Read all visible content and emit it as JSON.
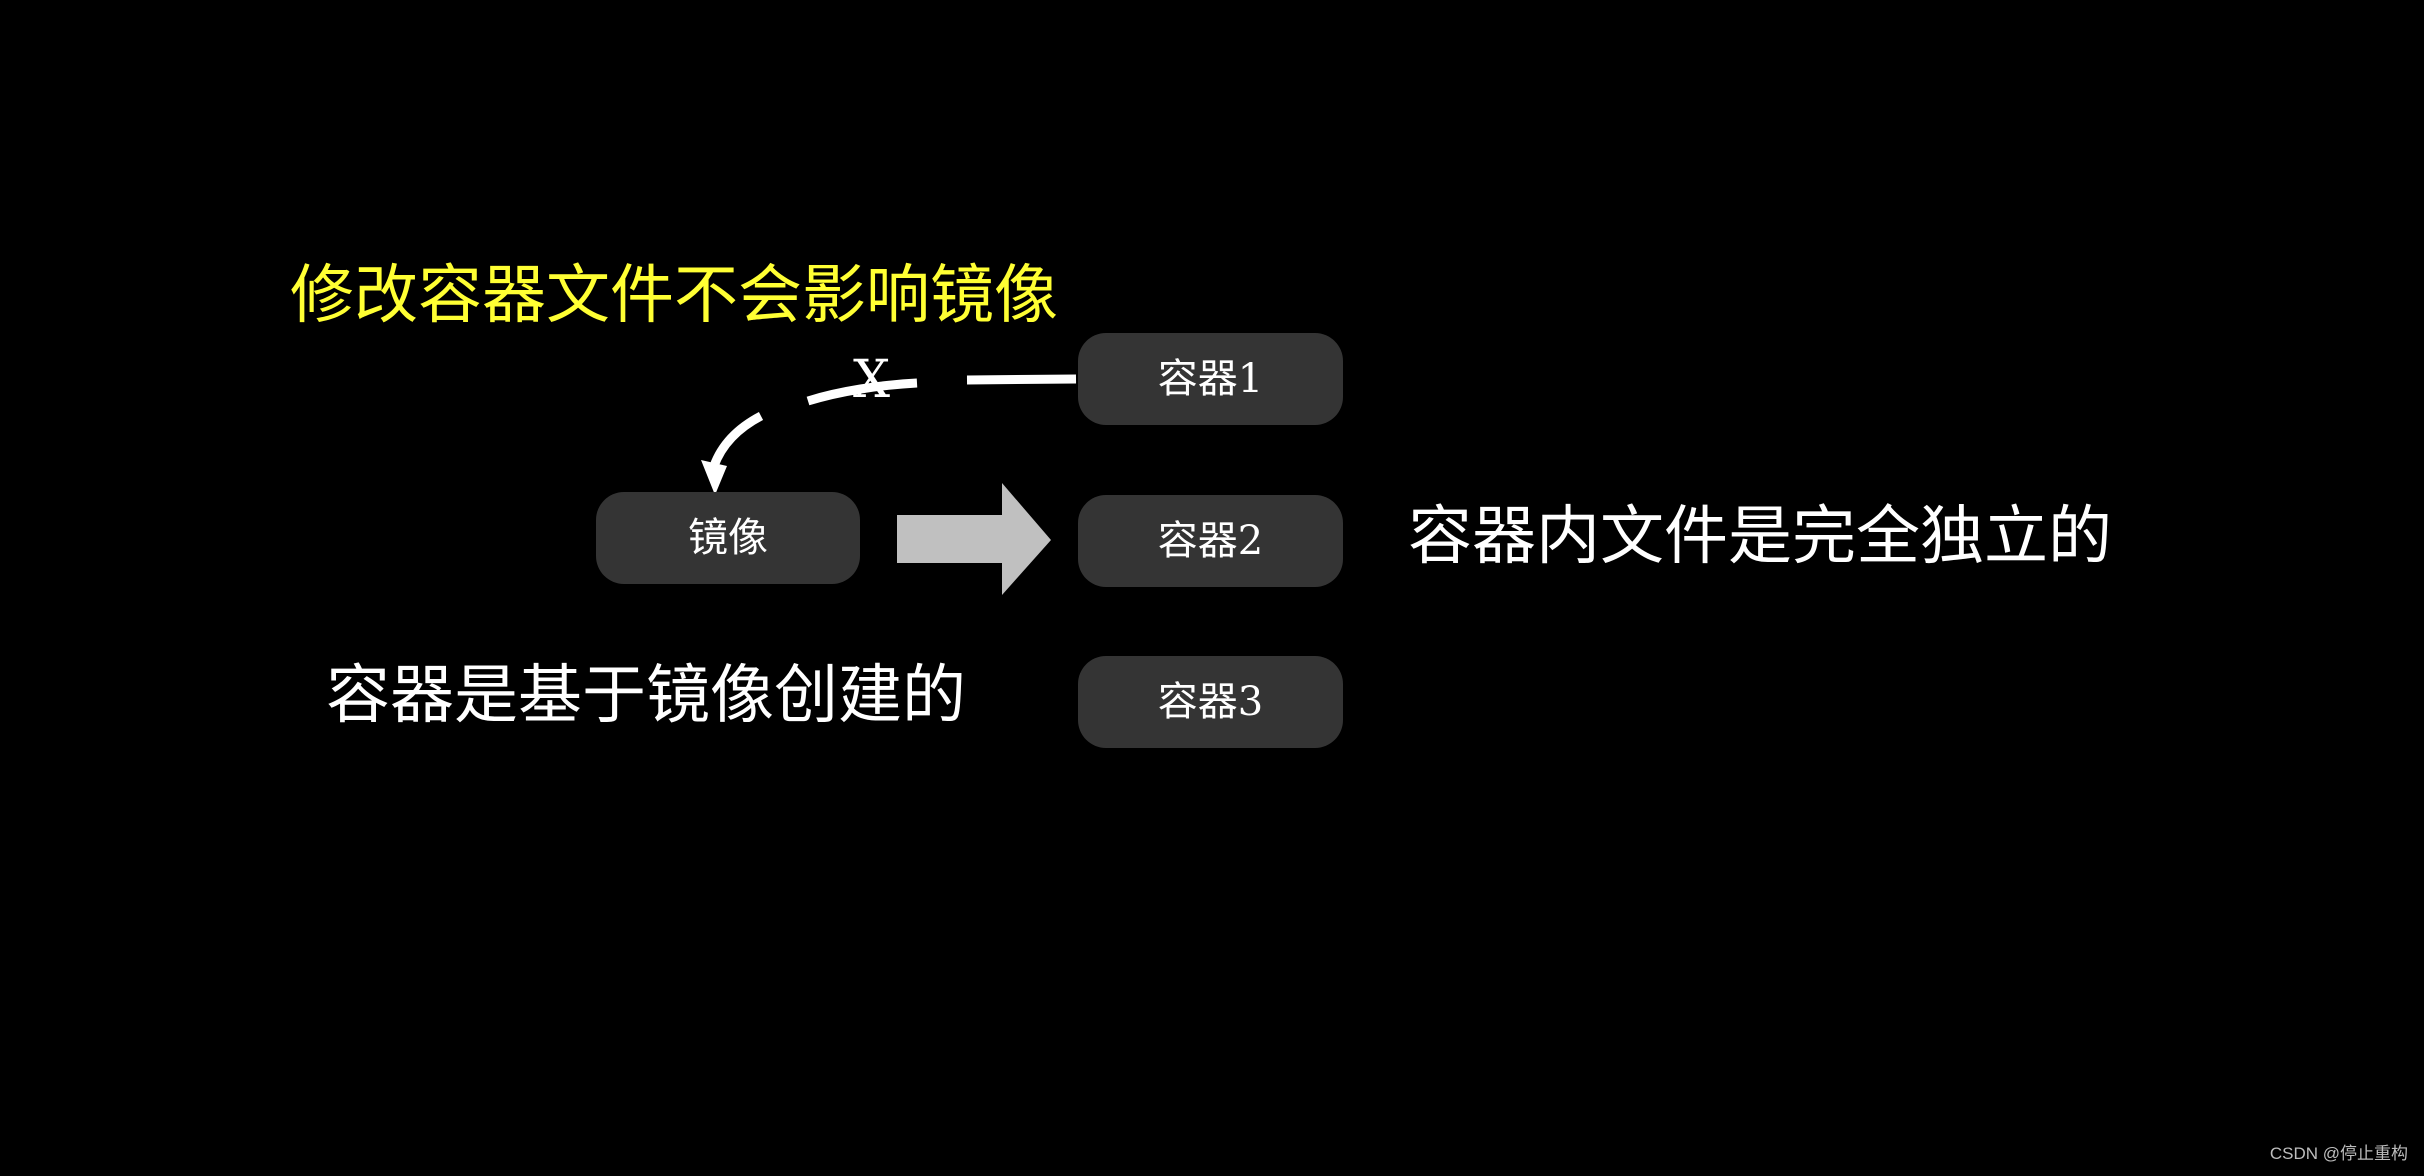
{
  "diagram": {
    "nodes": {
      "image": "镜像",
      "container1": "容器1",
      "container2": "容器2",
      "container3": "容器3"
    },
    "captions": {
      "modify_not_affect_image": "修改容器文件不会影响镜像",
      "containers_based_on_image": "容器是基于镜像创建的",
      "files_fully_independent": "容器内文件是完全独立的"
    },
    "blocked_mark": "X",
    "colors": {
      "background": "#000000",
      "node_fill": "#343434",
      "highlight_text": "#ffff33",
      "text": "#ffffff",
      "arrow_fill": "#c0c0c0"
    }
  },
  "watermark": "CSDN @停止重构"
}
